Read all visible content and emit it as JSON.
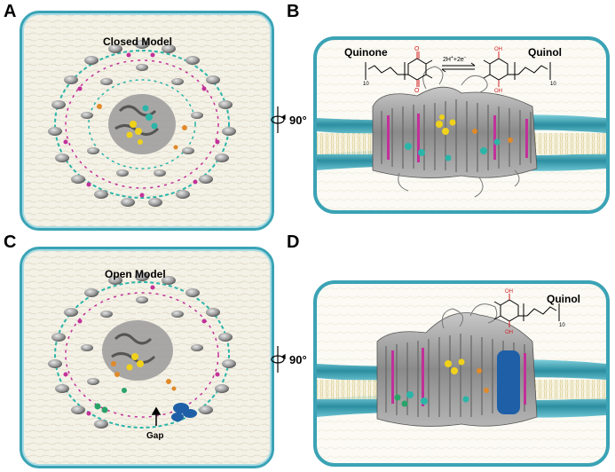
{
  "panels": {
    "a": {
      "letter": "A",
      "title": "Closed Model"
    },
    "b": {
      "letter": "B",
      "quinone_label": "Quinone",
      "quinol_label": "Quinol",
      "reaction_top": "2H",
      "reaction_top_sup1": "+",
      "reaction_mid": "+2e",
      "reaction_top_sup2": "−",
      "subscript_left": "10",
      "subscript_right": "10"
    },
    "c": {
      "letter": "C",
      "title": "Open Model",
      "gap_label": "Gap"
    },
    "d": {
      "letter": "D",
      "quinol_label": "Quinol",
      "subscript": "10"
    }
  },
  "rotation_label": "90°",
  "colors": {
    "box_edge": "#3ba3b5",
    "lipid_bg": "#f4f1e6",
    "helix_gray": "#8a8a8a",
    "magenta": "#c2309a",
    "cyan": "#2bb5a8",
    "yellow": "#f0d21a",
    "orange": "#e08a2a",
    "blue": "#1e5fa8",
    "green": "#2aa36a",
    "red_atom": "#d22020"
  }
}
